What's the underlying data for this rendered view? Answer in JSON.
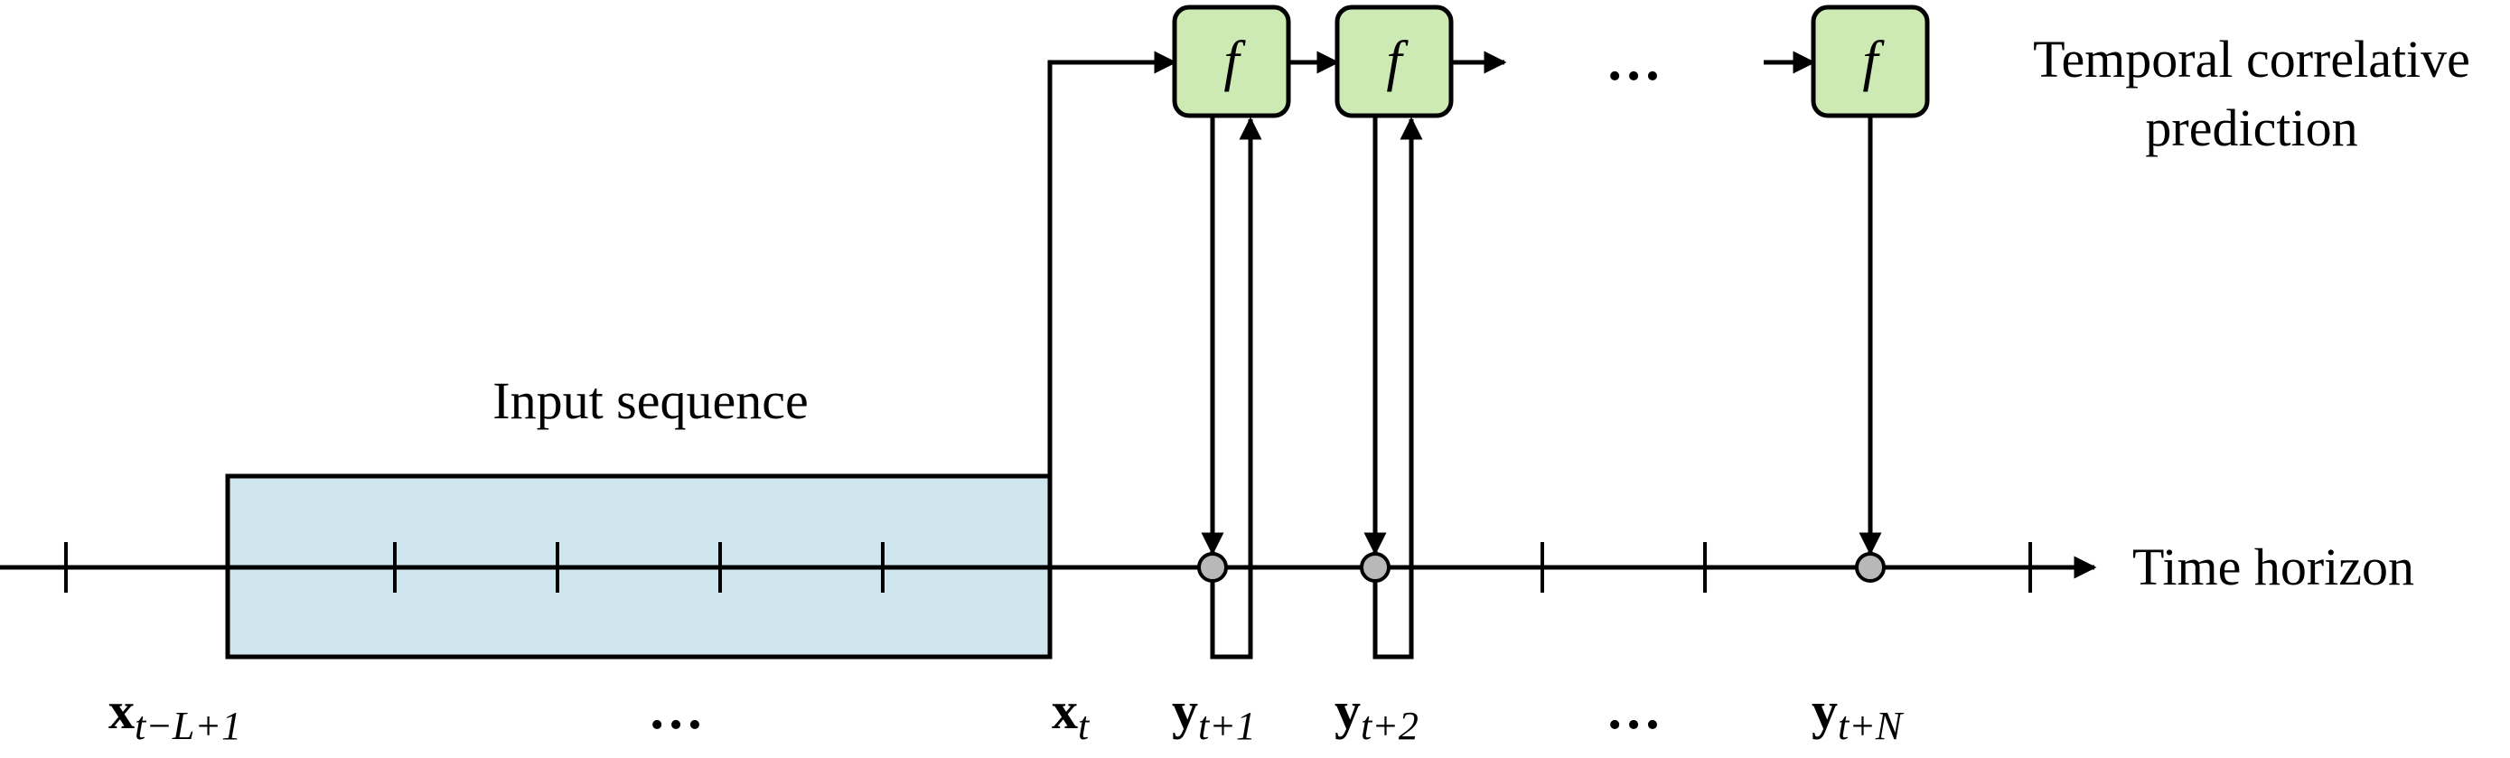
{
  "labels": {
    "input_sequence": "Input sequence",
    "time_horizon": "Time horizon",
    "prediction_line1": "Temporal correlative",
    "prediction_line2": "prediction"
  },
  "function_label": "f",
  "ellipsis": "…",
  "axis_labels": {
    "x_first": {
      "base": "x",
      "sub": "t−L+1"
    },
    "x_t": {
      "base": "x",
      "sub": "t"
    },
    "y1": {
      "base": "y",
      "sub": "t+1"
    },
    "y2": {
      "base": "y",
      "sub": "t+2"
    },
    "yN": {
      "base": "y",
      "sub": "t+N"
    }
  },
  "colors": {
    "input_box_fill": "#cfe6ee",
    "function_box_fill": "#cde9b4",
    "point_fill": "#b8b8b8",
    "stroke": "#000000"
  }
}
